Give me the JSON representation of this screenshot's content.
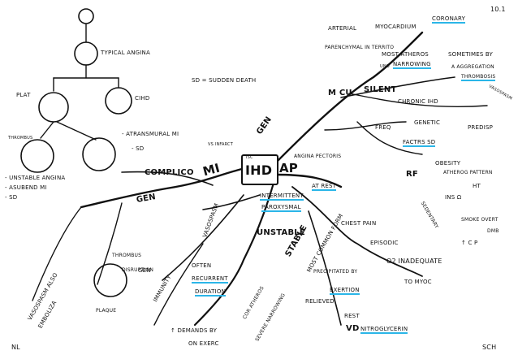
{
  "page": {
    "number": "10.1",
    "initials_left": "NL",
    "initials_right": "SCH"
  },
  "center": {
    "label": "IHD",
    "prefix": "ISC"
  },
  "branches": {
    "gen_top": "GEN",
    "mi": "MI",
    "ap": "AP",
    "ap_sub": "ANGINA PECTORIS",
    "mi_sub": "VS INFARCT",
    "complico": "COMPLICO",
    "gen_left": "GEN"
  },
  "top_left": {
    "typical_angina": "TYPICAL ANGINA",
    "cihd": "CIHD",
    "plat": "PLAT",
    "thrombus": "THROMBUS",
    "unstable_angina": "- UNSTABLE ANGINA",
    "asubend_mi": "- ASUBEND MI",
    "sd": "- SD",
    "atransmural_mi": "- ATRANSMURAL MI",
    "sd2": "- SD",
    "sd_def": "SD = SUDDEN DEATH"
  },
  "top_right": {
    "arterial": "ARTERIAL",
    "myocardium": "MYOCARDIUM",
    "coronary": "CORONARY",
    "parenchyma": "PARENCHYMAL IN TERRITO",
    "most_atheros": "MOST ATHEROS",
    "narrowing": "NARROWING",
    "uno": "UNO",
    "sometimes_by": "SOMETIMES BY",
    "a_aggregation": "A AGGREGATION",
    "thrombosis": "THROMBOSIS",
    "vasospasm": "VASOSPASM",
    "silent": "SILENT",
    "m_cu": "M CU",
    "chronic_ihd": "CHRONIC IHD",
    "freq": "FREQ",
    "genetic": "GENETIC",
    "predisp": "PREDISP",
    "factors_sd": "FACTRS SD",
    "rf": "RF",
    "obesity": "OBESITY",
    "atherog_pattern": "ATHEROG PATTERN",
    "ht": "HT",
    "ins_r": "INS Ω",
    "sedentary": "SEDENTARY",
    "smoke_overt": "SMOKE OVERT",
    "dmb": "DMB",
    "age": "↑ C P"
  },
  "bottom_right": {
    "intermittent": "INTERMITTENT",
    "paroxysmal": "PAROXYSMAL",
    "at_rest": "AT REST",
    "unstable": "UNSTABLE",
    "stable": "STABLE",
    "most_common": "MOST COMMON FORM",
    "chest_pain": "CHEST PAIN",
    "episodic": "EPISODIC",
    "o2_inadequate": "O2 INADEQUATE",
    "to_myoc": "TO MYOC",
    "precipitated_by": "PRECIPITATED BY",
    "exertion": "EXERTION",
    "relieved": "RELIEVED",
    "rest": "REST",
    "vd": "VD",
    "nitroglycerin": "NITROGLYCERIN"
  },
  "bottom_left": {
    "vasospasm": "VASOSPASM",
    "vasospasm_also": "VASOSPASM ALSO",
    "embolism": "EMBOLIZA",
    "thrombus": "THROMBUS",
    "disruption": "DISRUPTION",
    "plaque": "PLAQUE",
    "gen": "GEN",
    "immunity": "IMMUNITY",
    "often": "OFTEN",
    "recurrent": "RECURRENT",
    "duration": "DURATION",
    "cor_atheros": "COR ATHEROS",
    "severe_narrowing": "SEVERE NARROWING",
    "demands_by": "↑ DEMANDS BY",
    "on_exerc": "ON EXERC"
  }
}
